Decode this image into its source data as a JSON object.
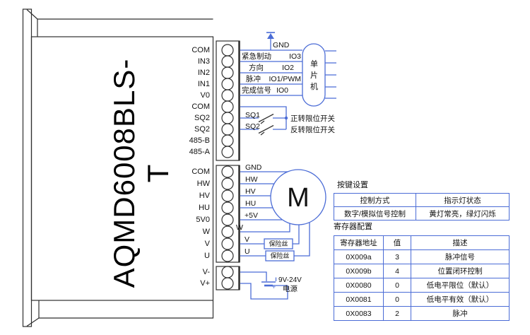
{
  "device": {
    "name": "AQMD6008BLS-T",
    "blocks": {
      "block1": [
        "COM",
        "IN3",
        "IN2",
        "IN1",
        "V0",
        "COM",
        "SQ2",
        "SQ2",
        "485-B",
        "485-A"
      ],
      "block2": [
        "COM",
        "HW",
        "HV",
        "HU",
        "5V0",
        "W",
        "V",
        "U"
      ],
      "block3": [
        "V-",
        "V+"
      ]
    }
  },
  "io": {
    "gnd_label": "GND",
    "lines": [
      {
        "signal": "紧急制动",
        "io": "IO3"
      },
      {
        "signal": "方向",
        "io": "IO2"
      },
      {
        "signal": "脉冲",
        "io": "IO1/PWM"
      },
      {
        "signal": "完成信号",
        "io": "IO0"
      }
    ],
    "mcu_label": "单片机"
  },
  "limit_switches": {
    "sq1": "SQ1",
    "sq2": "SQ2",
    "sq1_desc": "正转限位开关",
    "sq2_desc": "反转限位开关"
  },
  "motor": {
    "label": "M",
    "wires": [
      "GND",
      "HW",
      "HV",
      "HU",
      "+5V",
      "W",
      "V",
      "U"
    ],
    "fuse_label": "保险丝"
  },
  "power": {
    "voltage": "9V-24V",
    "label": "电源",
    "plus": "+"
  },
  "tables": {
    "keys": {
      "title": "按键设置",
      "headers": [
        "控制方式",
        "指示灯状态"
      ],
      "rows": [
        [
          "数字/模拟信号控制",
          "黄灯常亮，绿灯闪烁"
        ]
      ]
    },
    "registers": {
      "title": "寄存器配置",
      "headers": [
        "寄存器地址",
        "值",
        "描述"
      ],
      "rows": [
        [
          "0X009a",
          "3",
          "脉冲信号"
        ],
        [
          "0X009b",
          "4",
          "位置闭环控制"
        ],
        [
          "0X0080",
          "0",
          "低电平限位（默认）"
        ],
        [
          "0X0081",
          "0",
          "低电平有效（默认）"
        ],
        [
          "0X0083",
          "2",
          "脉冲"
        ]
      ]
    }
  },
  "colors": {
    "wire": "#4b6cd6",
    "outline": "#2f2f2f",
    "text": "#111111"
  }
}
